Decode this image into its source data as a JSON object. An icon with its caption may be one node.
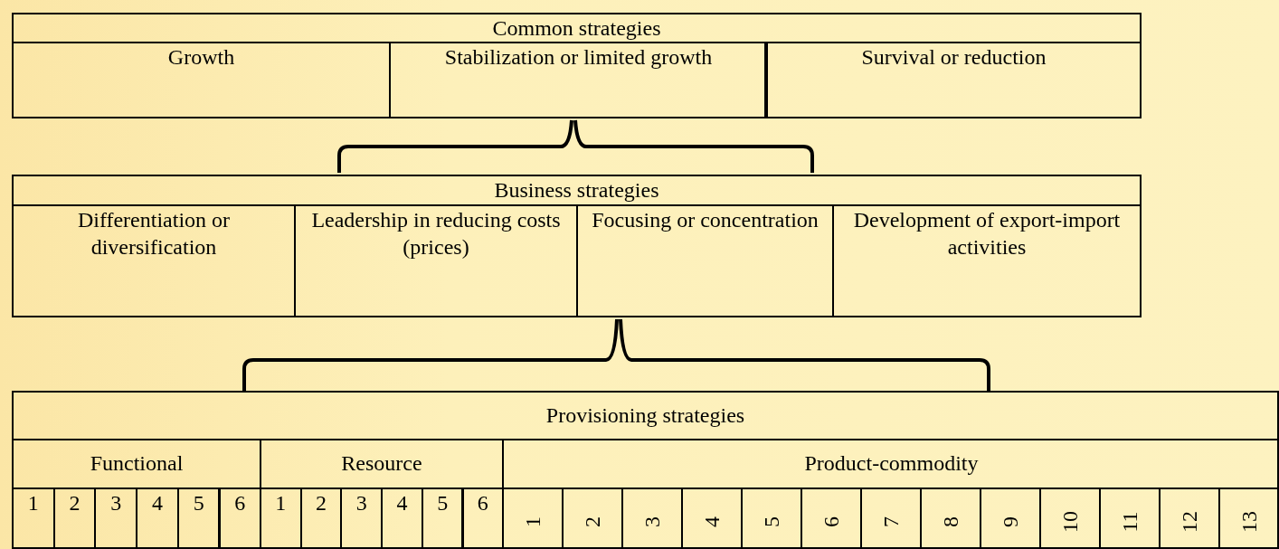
{
  "diagram": {
    "nodes": [
      {
        "text": [
          "Common strategies"
        ]
      },
      {
        "text": [
          "Growth"
        ],
        "in": 0
      },
      {
        "text": [
          "Stabilization or limited growth"
        ],
        "in": 0
      },
      {
        "text": [
          "Survival or reduction"
        ],
        "in": 0
      },
      {
        "text": [
          "Business strategies"
        ]
      },
      {
        "text": [
          "Differentiation or diversification"
        ],
        "in": 4
      },
      {
        "text": [
          "Leadership in reducing costs (prices)"
        ],
        "in": 4
      },
      {
        "text": [
          "Focusing or concentration"
        ],
        "in": 4
      },
      {
        "text": [
          "Development of export-import activities"
        ],
        "in": 4
      },
      {
        "text": [
          "Provisioning strategies"
        ]
      },
      {
        "text": [
          "Functional"
        ],
        "in": 9
      },
      {
        "text": [
          "Resource"
        ],
        "in": 9
      },
      {
        "text": [
          "Product-commodity"
        ],
        "in": 9
      },
      {
        "text": [
          "1"
        ],
        "in": 10
      },
      {
        "text": [
          "2"
        ],
        "in": 10
      },
      {
        "text": [
          "3"
        ],
        "in": 10
      },
      {
        "text": [
          "4"
        ],
        "in": 10
      },
      {
        "text": [
          "5"
        ],
        "in": 10
      },
      {
        "text": [
          "6"
        ],
        "in": 10
      },
      {
        "text": [
          "1"
        ],
        "in": 11
      },
      {
        "text": [
          "2"
        ],
        "in": 11
      },
      {
        "text": [
          "3"
        ],
        "in": 11
      },
      {
        "text": [
          "4"
        ],
        "in": 11
      },
      {
        "text": [
          "5"
        ],
        "in": 11
      },
      {
        "text": [
          "6"
        ],
        "in": 11
      },
      {
        "text": [
          "1"
        ],
        "in": 12
      },
      {
        "text": [
          "2"
        ],
        "in": 12
      },
      {
        "text": [
          "3"
        ],
        "in": 12
      },
      {
        "text": [
          "4"
        ],
        "in": 12
      },
      {
        "text": [
          "5"
        ],
        "in": 12
      },
      {
        "text": [
          "6"
        ],
        "in": 12
      },
      {
        "text": [
          "7"
        ],
        "in": 12
      },
      {
        "text": [
          "8"
        ],
        "in": 12
      },
      {
        "text": [
          "9"
        ],
        "in": 12
      },
      {
        "text": [
          "10"
        ],
        "in": 12
      },
      {
        "text": [
          "11"
        ],
        "in": 12
      },
      {
        "text": [
          "12"
        ],
        "in": 12
      },
      {
        "text": [
          "13"
        ],
        "in": 12
      }
    ],
    "edges": []
  }
}
